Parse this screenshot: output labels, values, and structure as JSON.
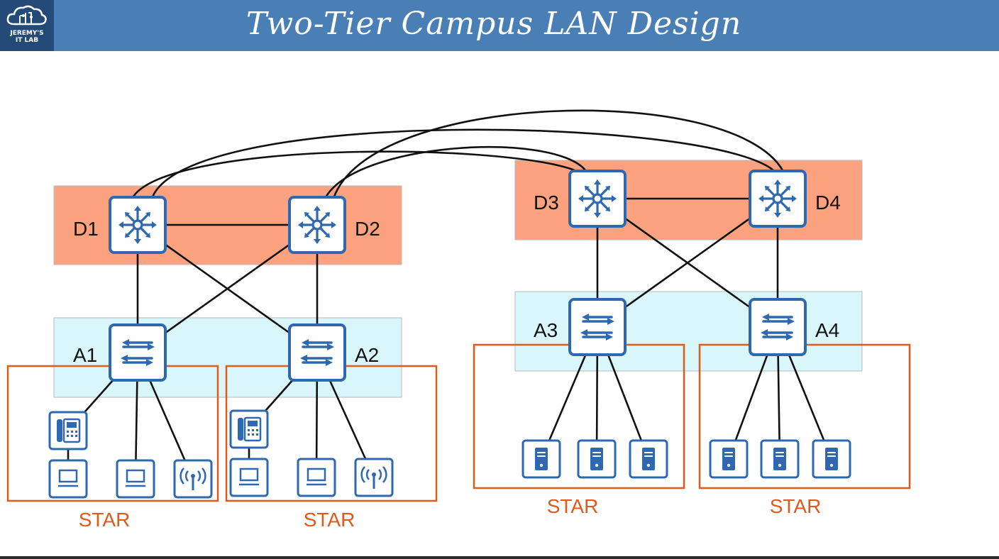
{
  "header": {
    "title": "Two-Tier Campus LAN Design",
    "logo_text": "JEREMY'S\nIT LAB",
    "background": "#4a7fb5",
    "logo_background": "#244a78"
  },
  "colors": {
    "distribution_layer": "#fca27e",
    "access_layer": "#d9f7fa",
    "star_outline": "#e05a1c",
    "device_blue": "#2e68b1",
    "link": "#111111"
  },
  "layers": {
    "distribution": "distribution",
    "access": "access"
  },
  "nodes": [
    {
      "id": "D1",
      "label": "D1",
      "type": "multilayer-switch"
    },
    {
      "id": "D2",
      "label": "D2",
      "type": "multilayer-switch"
    },
    {
      "id": "D3",
      "label": "D3",
      "type": "multilayer-switch"
    },
    {
      "id": "D4",
      "label": "D4",
      "type": "multilayer-switch"
    },
    {
      "id": "A1",
      "label": "A1",
      "type": "switch"
    },
    {
      "id": "A2",
      "label": "A2",
      "type": "switch"
    },
    {
      "id": "A3",
      "label": "A3",
      "type": "switch"
    },
    {
      "id": "A4",
      "label": "A4",
      "type": "switch"
    }
  ],
  "edges": [
    [
      "D1",
      "D2"
    ],
    [
      "D3",
      "D4"
    ],
    [
      "D1",
      "A1"
    ],
    [
      "D1",
      "A2"
    ],
    [
      "D2",
      "A1"
    ],
    [
      "D2",
      "A2"
    ],
    [
      "D3",
      "A3"
    ],
    [
      "D3",
      "A4"
    ],
    [
      "D4",
      "A3"
    ],
    [
      "D4",
      "A4"
    ],
    [
      "D1",
      "D3"
    ],
    [
      "D1",
      "D4"
    ],
    [
      "D2",
      "D3"
    ],
    [
      "D2",
      "D4"
    ]
  ],
  "star_groups": [
    {
      "label": "STAR",
      "switch": "A1",
      "devices": [
        "ip-phone",
        "pc",
        "pc",
        "wireless-ap"
      ]
    },
    {
      "label": "STAR",
      "switch": "A2",
      "devices": [
        "ip-phone",
        "pc",
        "pc",
        "wireless-ap"
      ]
    },
    {
      "label": "STAR",
      "switch": "A3",
      "devices": [
        "server",
        "server",
        "server"
      ]
    },
    {
      "label": "STAR",
      "switch": "A4",
      "devices": [
        "server",
        "server",
        "server"
      ]
    }
  ],
  "icons": {
    "multilayer_switch": "multilayer-switch-icon",
    "switch": "switch-icon",
    "ip_phone": "ip-phone-icon",
    "pc": "pc-icon",
    "wireless_ap": "wireless-ap-icon",
    "server": "server-icon"
  }
}
